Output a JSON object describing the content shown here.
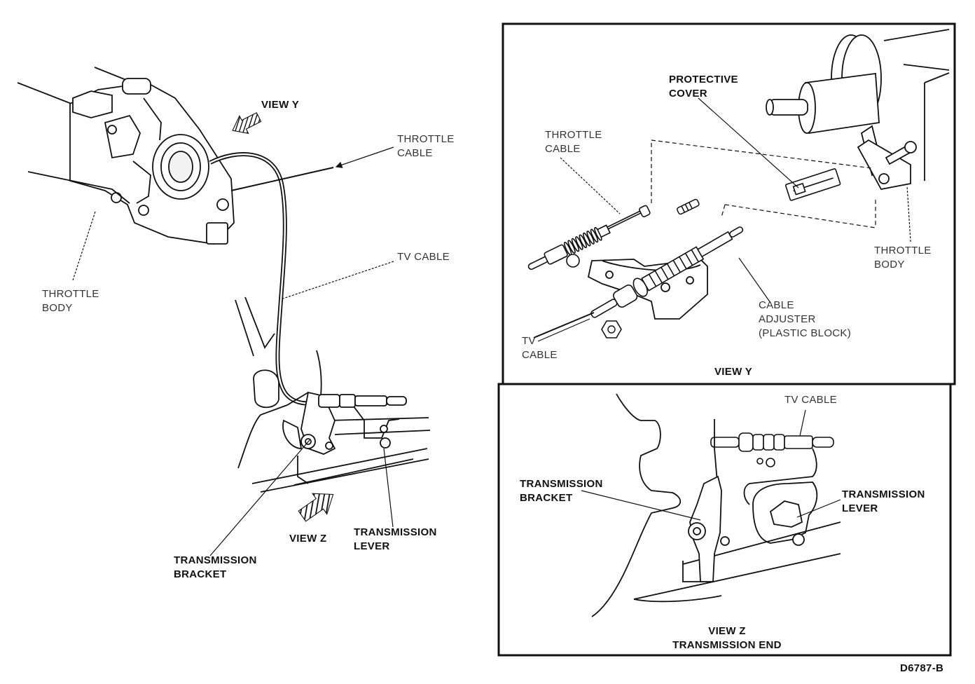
{
  "left_view": {
    "view_y_label": "VIEW Y",
    "throttle_cable_label": [
      "THROTTLE",
      "CABLE"
    ],
    "tv_cable_label": "TV CABLE",
    "throttle_body_label": [
      "THROTTLE",
      "BODY"
    ],
    "view_z_label": "VIEW Z",
    "transmission_lever_label": [
      "TRANSMISSION",
      "LEVER"
    ],
    "transmission_bracket_label": [
      "TRANSMISSION",
      "BRACKET"
    ]
  },
  "view_y_panel": {
    "protective_cover_label": [
      "PROTECTIVE",
      "COVER"
    ],
    "throttle_cable_label": [
      "THROTTLE",
      "CABLE"
    ],
    "throttle_body_label": [
      "THROTTLE",
      "BODY"
    ],
    "cable_adjuster_label": [
      "CABLE",
      "ADJUSTER",
      "(PLASTIC BLOCK)"
    ],
    "tv_cable_label": [
      "TV",
      "CABLE"
    ],
    "caption": "VIEW Y"
  },
  "view_z_panel": {
    "tv_cable_label": "TV CABLE",
    "transmission_bracket_label": [
      "TRANSMISSION",
      "BRACKET"
    ],
    "transmission_lever_label": [
      "TRANSMISSION",
      "LEVER"
    ],
    "caption": [
      "VIEW Z",
      "TRANSMISSION END"
    ]
  },
  "figure_code": "D6787-B"
}
